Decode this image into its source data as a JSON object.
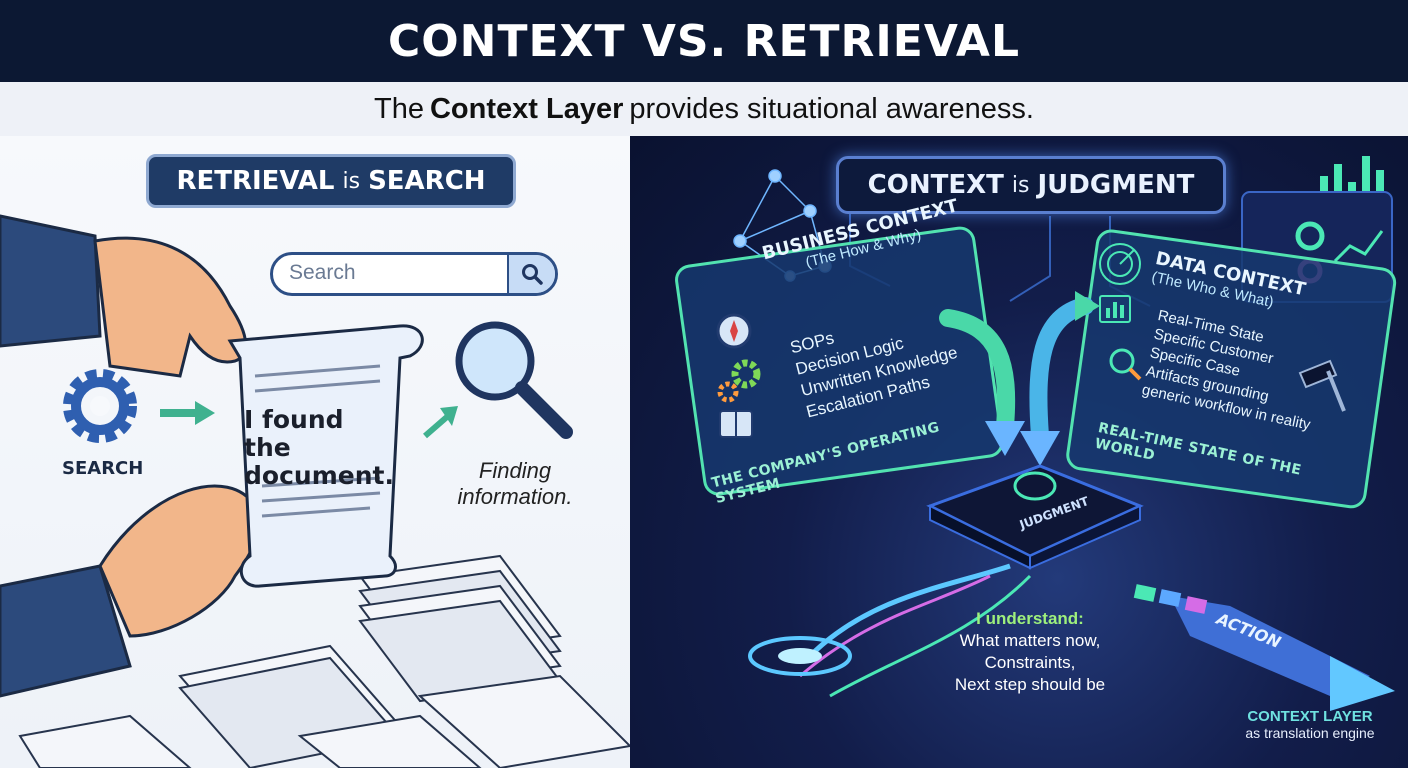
{
  "title": "CONTEXT VS. RETRIEVAL",
  "subtitle": {
    "before": "The ",
    "bold": "Context Layer",
    "after": " provides situational awareness."
  },
  "left": {
    "header": {
      "part1": "RETRIEVAL",
      "part2": " is ",
      "part3": "SEARCH"
    },
    "search_placeholder": "Search",
    "gear_label": "SEARCH",
    "document_text_line1": "I found the",
    "document_text_line2": "document.",
    "finding_line1": "Finding",
    "finding_line2": "information."
  },
  "right": {
    "header": {
      "part1": "CONTEXT",
      "part2": " is ",
      "part3": "JUDGMENT"
    },
    "business": {
      "title": "BUSINESS CONTEXT",
      "sub": "(The How & Why)",
      "items": [
        "SOPs",
        "Decision Logic",
        "Unwritten Knowledge",
        "Escalation Paths"
      ],
      "footer": "THE COMPANY'S OPERATING SYSTEM"
    },
    "data": {
      "title": "DATA CONTEXT",
      "sub": "(The Who & What)",
      "items": [
        "Real-Time State",
        "Specific Customer",
        "Specific Case",
        "Artifacts grounding",
        "generic workflow in reality"
      ],
      "footer": "REAL-TIME STATE OF THE WORLD"
    },
    "chip_label": "JUDGMENT",
    "understand": {
      "heading": "I understand:",
      "lines": [
        "What matters now,",
        "Constraints,",
        "Next step should be"
      ]
    },
    "action_label": "ACTION",
    "footer_line1": "CONTEXT LAYER",
    "footer_line2": "as translation engine"
  },
  "colors": {
    "title_bg": "#0c1833",
    "accent_green": "#52e3b0",
    "accent_blue": "#5a7fd0",
    "left_pill": "#1f3b66"
  }
}
